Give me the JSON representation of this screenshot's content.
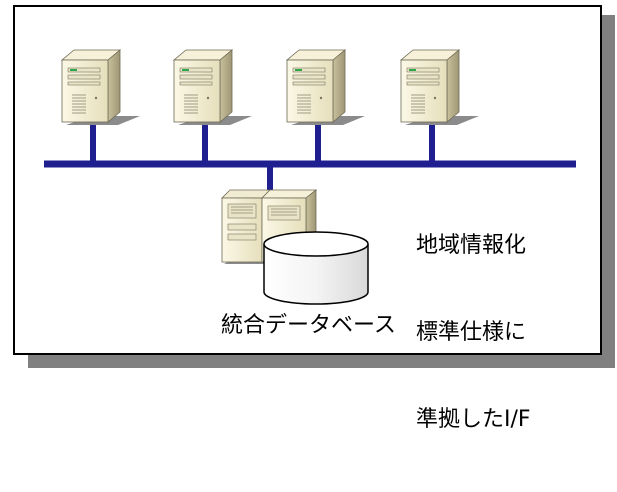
{
  "colors": {
    "network_line": "#1f1f8f",
    "server_body": "#ece6c4",
    "server_shadow": "#8a8468",
    "frame_shadow": "#808080"
  },
  "nodes": {
    "servers": [
      "server-tower",
      "server-tower",
      "server-tower",
      "server-tower"
    ],
    "mainframe": "mainframe-cabinet",
    "database": "database-cylinder"
  },
  "labels": {
    "interface_line1": "地域情報化",
    "interface_line2": "標準仕様に",
    "interface_line3": "準拠したI/F",
    "database": "統合データベース"
  }
}
